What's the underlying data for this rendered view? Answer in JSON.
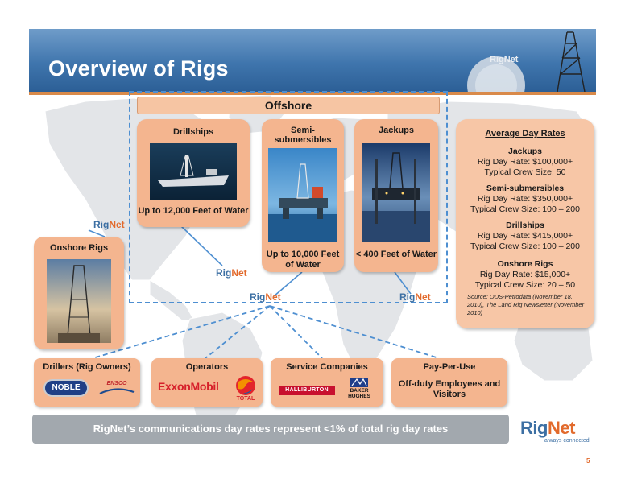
{
  "header": {
    "title": "Overview of Rigs",
    "banner_brand": "RigNet"
  },
  "offshore": {
    "label": "Offshore",
    "drillships": {
      "title": "Drillships",
      "caption": "Up to 12,000 Feet of Water"
    },
    "semisub": {
      "title": "Semi-\nsubmersibles",
      "caption": "Up to 10,000 Feet of Water"
    },
    "jackups": {
      "title": "Jackups",
      "caption": "< 400 Feet of Water"
    }
  },
  "onshore": {
    "title": "Onshore Rigs"
  },
  "map_labels": {
    "rig": "Rig",
    "net": "Net"
  },
  "rates": {
    "title": "Average Day Rates",
    "blocks": [
      {
        "head": "Jackups",
        "line1": "Rig Day Rate: $100,000+",
        "line2": "Typical Crew Size: 50"
      },
      {
        "head": "Semi-submersibles",
        "line1": "Rig Day Rate: $350,000+",
        "line2": "Typical Crew Size: 100 – 200"
      },
      {
        "head": "Drillships",
        "line1": "Rig Day Rate: $415,000+",
        "line2": "Typical Crew Size: 100 – 200"
      },
      {
        "head": "Onshore Rigs",
        "line1": "Rig Day Rate: $15,000+",
        "line2": "Typical Crew Size: 20 – 50"
      }
    ],
    "source": "Source: ODS-Petrodata (November 18, 2010), The Land Rig Newsletter (November 2010)"
  },
  "categories": {
    "drillers": {
      "title": "Drillers (Rig Owners)",
      "logo1": "NOBLE",
      "logo2": "ENSCO"
    },
    "operators": {
      "title": "Operators",
      "logo1": "ExxonMobil",
      "logo2": "TOTAL"
    },
    "service": {
      "title": "Service Companies",
      "logo1": "HALLIBURTON",
      "logo2": "BAKER HUGHES"
    },
    "ppu": {
      "title": "Pay-Per-Use",
      "body": "Off-duty Employees and Visitors"
    }
  },
  "message": "RigNet’s communications day rates represent <1% of total rig day rates",
  "logo": {
    "rig": "Rig",
    "net": "Net",
    "tagline": "always connected."
  },
  "page_number": "5",
  "colors": {
    "banner_blue": "#3f75ad",
    "card_peach": "#f4b58f",
    "rignet_blue": "#3c6fa3",
    "rignet_orange": "#e26a2c",
    "dash_blue": "#4e8fd1"
  }
}
